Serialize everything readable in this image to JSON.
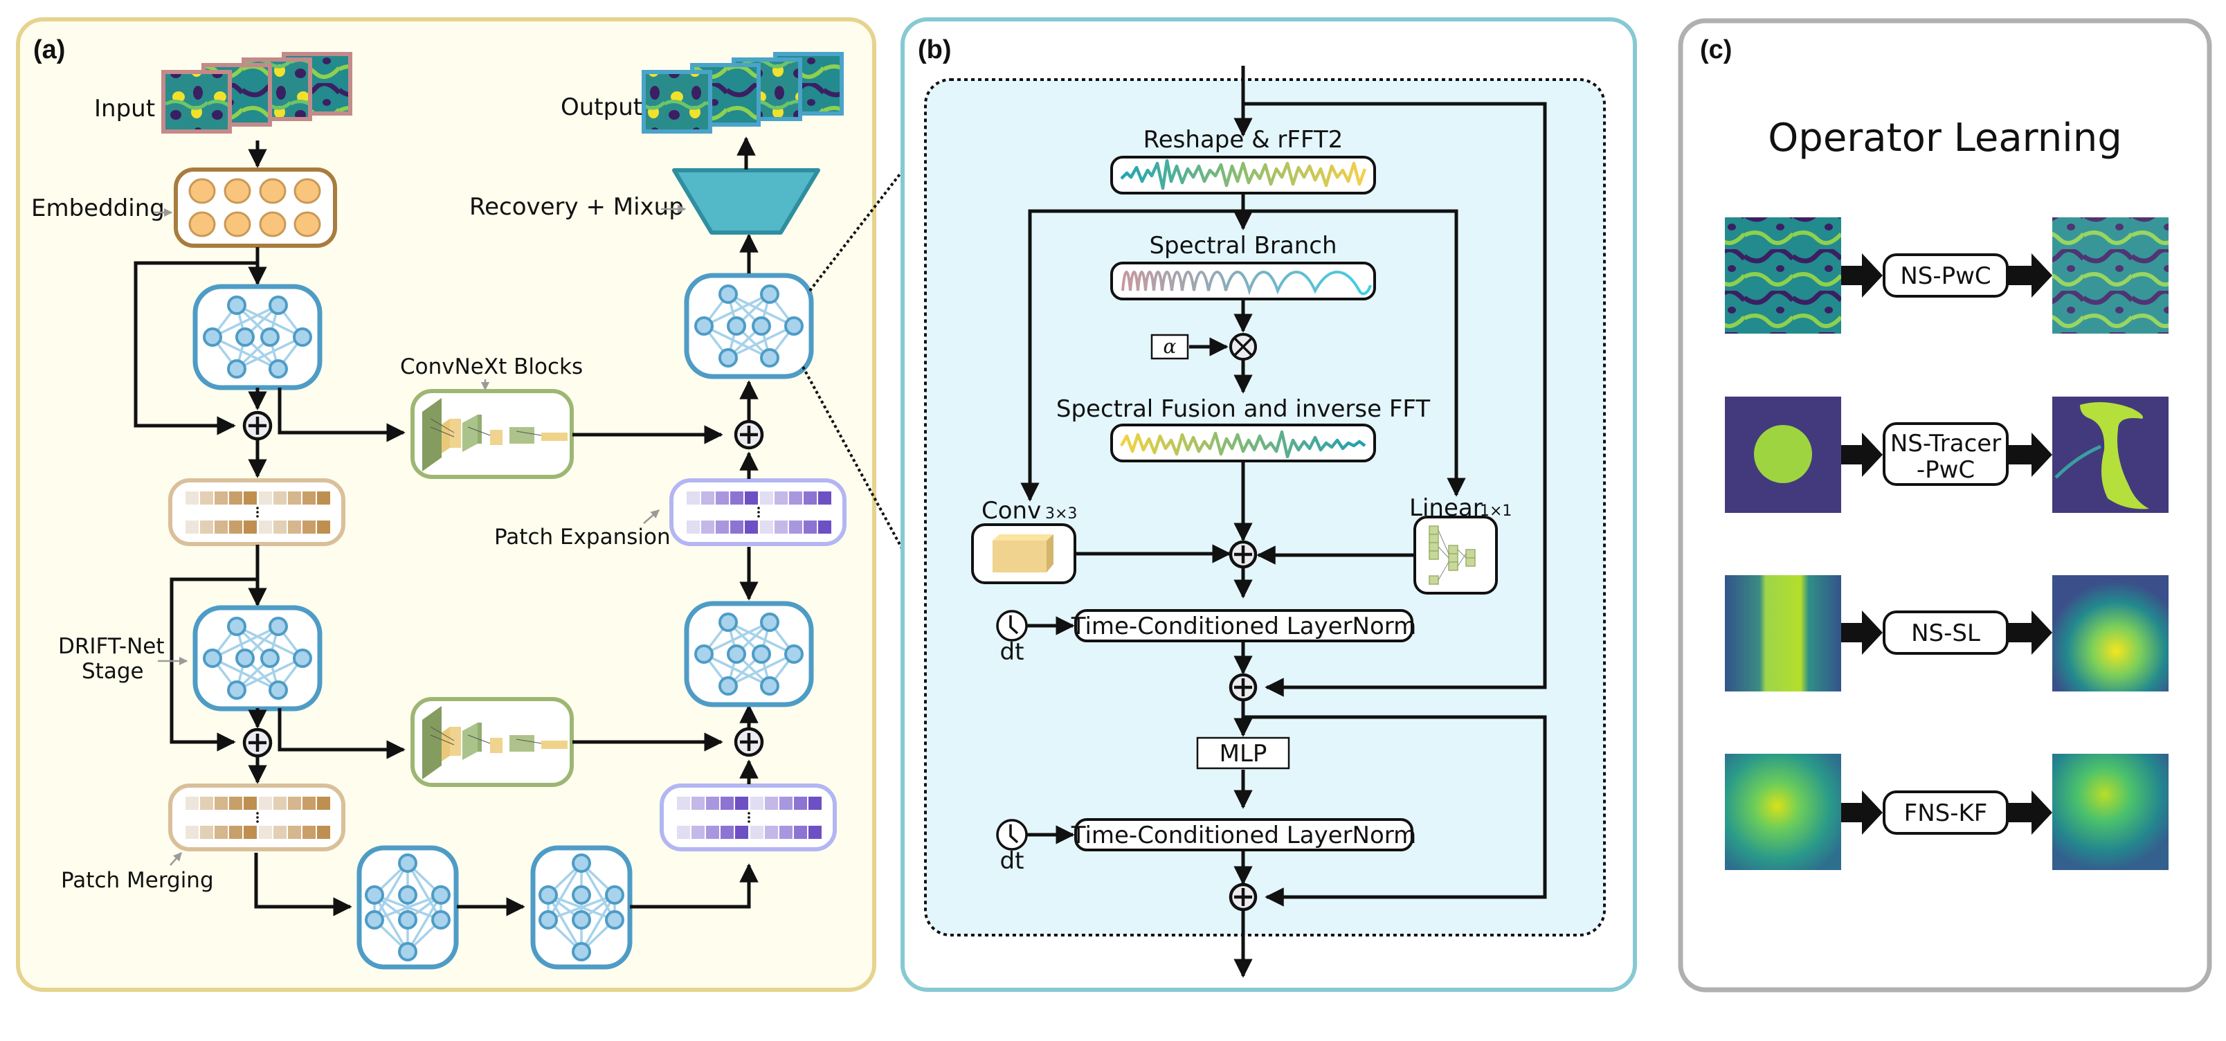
{
  "figure": {
    "panels": {
      "a": {
        "tag": "(a)",
        "labels": {
          "input": "Input",
          "output": "Output",
          "embedding": "Embedding",
          "recovery": "Recovery + Mixup",
          "convnext": "ConvNeXt Blocks",
          "patch_expansion": "Patch Expansion",
          "drift_stage_line1": "DRIFT-Net",
          "drift_stage_line2": "Stage",
          "patch_merging": "Patch Merging"
        },
        "colors": {
          "panel_fill": "#fefdee",
          "panel_border": "#e6d38e",
          "input_frame": "#c48a8a",
          "output_frame": "#4aa3c9",
          "embedding_border": "#a87c3e",
          "embedding_node": "#f9c47c",
          "nn_border": "#4e9cc6",
          "recovery_fill": "#53b8c7",
          "convnext_border": "#9db773",
          "merge_border": "#d9c09a",
          "expand_border": "#b3b6f2"
        },
        "merge_shades": [
          "#efe6db",
          "#e3cfb3",
          "#d5b68d",
          "#c99f69",
          "#bf8f4f"
        ],
        "expand_shades": [
          "#e1ddf2",
          "#c4b8e8",
          "#a897df",
          "#8d74d3",
          "#6d50c4"
        ]
      },
      "b": {
        "tag": "(b)",
        "labels": {
          "reshape": "Reshape & rFFT2",
          "spectral_branch": "Spectral Branch",
          "alpha": "α",
          "spectral_fusion": "Spectral Fusion and inverse FFT",
          "conv": "Conv",
          "conv_kernel": "3×3",
          "linear": "Linear",
          "linear_kernel": "1×1",
          "tc_layernorm_1": "Time-Conditioned LayerNorm",
          "tc_layernorm_2": "Time-Conditioned LayerNorm",
          "dt_1": "dt",
          "dt_2": "dt",
          "mlp": "MLP"
        },
        "colors": {
          "panel_border": "#86c9d3",
          "inner_fill": "#e3f6fc"
        }
      },
      "c": {
        "tag": "(c)",
        "title": "Operator Learning",
        "tasks": [
          {
            "label_line1": "NS-PwC",
            "label_line2": ""
          },
          {
            "label_line1": "NS-Tracer",
            "label_line2": "-PwC"
          },
          {
            "label_line1": "NS-SL",
            "label_line2": ""
          },
          {
            "label_line1": "FNS-KF",
            "label_line2": ""
          }
        ],
        "colors": {
          "panel_border": "#b0b0b0"
        }
      }
    }
  }
}
